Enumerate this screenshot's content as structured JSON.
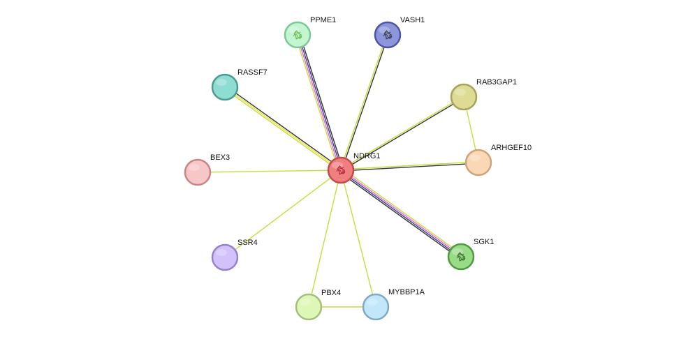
{
  "network": {
    "nodes": [
      {
        "id": "NDRG1",
        "label": "NDRG1",
        "color": "#f08080",
        "stroke": "#c44a4a",
        "icon": "protein-structure-icon"
      },
      {
        "id": "PPME1",
        "label": "PPME1",
        "color": "#c2f5d0",
        "stroke": "#7cc895",
        "icon": "protein-structure-icon"
      },
      {
        "id": "VASH1",
        "label": "VASH1",
        "color": "#8c96d8",
        "stroke": "#4a55a8",
        "icon": "protein-structure-icon"
      },
      {
        "id": "RASSF7",
        "label": "RASSF7",
        "color": "#8fdcd2",
        "stroke": "#4a9c92",
        "icon": ""
      },
      {
        "id": "RAB3GAP1",
        "label": "RAB3GAP1",
        "color": "#dedc94",
        "stroke": "#a5a35a",
        "icon": ""
      },
      {
        "id": "ARHGEF10",
        "label": "ARHGEF10",
        "color": "#fad7b5",
        "stroke": "#cfa27a",
        "icon": ""
      },
      {
        "id": "BEX3",
        "label": "BEX3",
        "color": "#f7c6c6",
        "stroke": "#c98585",
        "icon": ""
      },
      {
        "id": "SSR4",
        "label": "SSR4",
        "color": "#d2c1fa",
        "stroke": "#9680cc",
        "icon": ""
      },
      {
        "id": "PBX4",
        "label": "PBX4",
        "color": "#ddf7b6",
        "stroke": "#a2c07a",
        "icon": ""
      },
      {
        "id": "MYBBP1A",
        "label": "MYBBP1A",
        "color": "#c2e6fa",
        "stroke": "#80a9c2",
        "icon": ""
      },
      {
        "id": "SGK1",
        "label": "SGK1",
        "color": "#99dc88",
        "stroke": "#4f9a40",
        "icon": "protein-structure-icon"
      }
    ],
    "edges": [
      {
        "source": "NDRG1",
        "target": "PPME1",
        "evidence": [
          "#c8dc3c",
          "#e066e0",
          "#3c3c8c",
          "#333333"
        ]
      },
      {
        "source": "NDRG1",
        "target": "VASH1",
        "evidence": [
          "#c8dc3c",
          "#333333"
        ]
      },
      {
        "source": "NDRG1",
        "target": "RASSF7",
        "evidence": [
          "#c8dc3c",
          "#e6e63c",
          "#333333"
        ]
      },
      {
        "source": "NDRG1",
        "target": "RAB3GAP1",
        "evidence": [
          "#c8dc3c",
          "#333333"
        ]
      },
      {
        "source": "NDRG1",
        "target": "ARHGEF10",
        "evidence": [
          "#c8dc3c",
          "#333333"
        ]
      },
      {
        "source": "NDRG1",
        "target": "BEX3",
        "evidence": [
          "#c8dc3c"
        ]
      },
      {
        "source": "NDRG1",
        "target": "SSR4",
        "evidence": [
          "#c8dc3c"
        ]
      },
      {
        "source": "NDRG1",
        "target": "PBX4",
        "evidence": [
          "#c8dc3c"
        ]
      },
      {
        "source": "NDRG1",
        "target": "MYBBP1A",
        "evidence": [
          "#c8dc3c"
        ]
      },
      {
        "source": "NDRG1",
        "target": "SGK1",
        "evidence": [
          "#c8dc3c",
          "#e066e0",
          "#3c3c8c",
          "#333333"
        ]
      },
      {
        "source": "RAB3GAP1",
        "target": "ARHGEF10",
        "evidence": [
          "#c8dc3c"
        ]
      },
      {
        "source": "PBX4",
        "target": "MYBBP1A",
        "evidence": [
          "#c8dc3c"
        ]
      }
    ]
  }
}
